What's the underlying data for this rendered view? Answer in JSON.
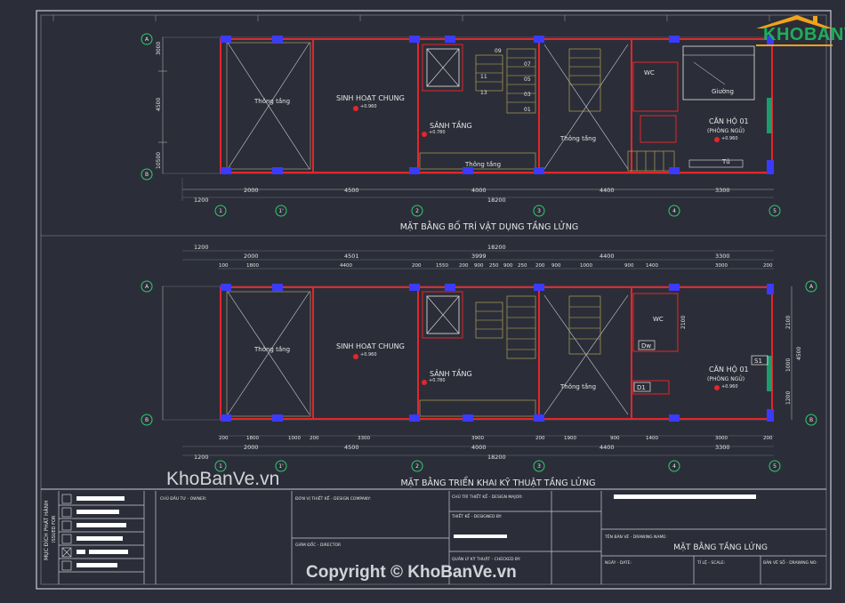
{
  "logo": {
    "text": "KHOBANVE"
  },
  "watermarks": {
    "left": "KhoBanVe.vn",
    "bottom": "Copyright © KhoBanVe.vn"
  },
  "colors": {
    "background": "#2b2e38",
    "frame": "#c9ccd6",
    "wall": "#e3262b",
    "column": "#3a3bff",
    "dim": "#e6e6e6",
    "stair": "#c8b35a",
    "grid_bubble": "#2ecc71"
  },
  "top_plan": {
    "title": "MẶT BẰNG BỐ TRÍ VẬT DỤNG TẦNG LỬNG",
    "rooms": {
      "living": "SINH HOẠT CHUNG",
      "lobby": "SẢNH TẦNG",
      "void1": "Thông tầng",
      "void2": "Thông tầng",
      "void3": "Thông tầng",
      "apt": "CĂN HỘ 01",
      "apt_sub": "(PHÒNG NGỦ)",
      "bed": "Giường",
      "wc": "WC",
      "cab": "Tủ"
    },
    "levels": {
      "living": "+0.960",
      "lobby": "+0.780",
      "apt": "+0.960"
    },
    "dims_bottom": [
      "1200",
      "2000",
      "4500",
      "4000",
      "4400",
      "3300"
    ],
    "total": "18200",
    "stair_nums": [
      "09",
      "07",
      "05",
      "03",
      "01",
      "11",
      "13"
    ],
    "left_dims": [
      "3000",
      "4500",
      "10500"
    ]
  },
  "bottom_plan": {
    "title": "MẶT BẰNG TRIỂN KHAI KỸ THUẬT TẦNG LỬNG",
    "rooms": {
      "living": "SINH HOẠT CHUNG",
      "lobby": "SẢNH TẦNG",
      "void1": "Thông tầng",
      "void2": "Thông tầng",
      "apt": "CĂN HỘ 01",
      "apt_sub": "(PHÒNG NGỦ)",
      "wc": "WC",
      "tag_dw": "Dw",
      "tag_d1": "D1",
      "tag_s1": "S1"
    },
    "levels": {
      "living": "+0.960",
      "lobby": "+0.780",
      "apt": "+0.960"
    },
    "dims_top_a": [
      "1200",
      "18200"
    ],
    "dims_top_b": [
      "2000",
      "4501",
      "3999",
      "4400",
      "3300"
    ],
    "dims_top_c": [
      "100",
      "1800",
      "4400",
      "200",
      "1550",
      "200",
      "900",
      "250",
      "900",
      "250",
      "200",
      "900",
      "1000",
      "900",
      "1400",
      "3000",
      "200"
    ],
    "dims_bottom_a": [
      "200",
      "1800",
      "1000",
      "200",
      "3300",
      "3900",
      "200",
      "1900",
      "900",
      "1400",
      "3000",
      "200"
    ],
    "dims_bottom_b": [
      "1200",
      "2000",
      "4500",
      "4000",
      "4400",
      "3300"
    ],
    "total": "18200",
    "right_dims": [
      "2100",
      "2100",
      "1000",
      "1200",
      "4500"
    ]
  },
  "grid_axes": [
    "1",
    "1'",
    "2",
    "3",
    "4",
    "5"
  ],
  "grid_rows": [
    "A",
    "B"
  ],
  "title_block": {
    "stamp_title": "MỤC ĐÍCH PHÁT HÀNH",
    "stamp_sub": "ISSUED FOR",
    "owner_label": "CHỦ ĐẦU TƯ - OWNER:",
    "company_label": "ĐƠN VỊ THIẾT KẾ - DESIGN COMPANY:",
    "director_label": "GIÁM ĐỐC - DIRECTOR",
    "major_label": "CHỦ TRÌ THIẾT KẾ - DESIGN MAJOR:",
    "designed_label": "THIẾT KẾ - DESIGNED BY:",
    "checked_label": "QUẢN LÝ KỸ THUẬT - CHECKED BY:",
    "drawing_name_label": "TÊN BẢN VẼ - DRAWING NAME:",
    "drawing_name": "MẶT BẰNG TẦNG LỬNG",
    "date_label": "NGÀY - DATE:",
    "scale_label": "TỈ LỆ - SCALE:",
    "drawing_no_label": "BẢN VẼ SỐ - DRAWING NO:"
  }
}
